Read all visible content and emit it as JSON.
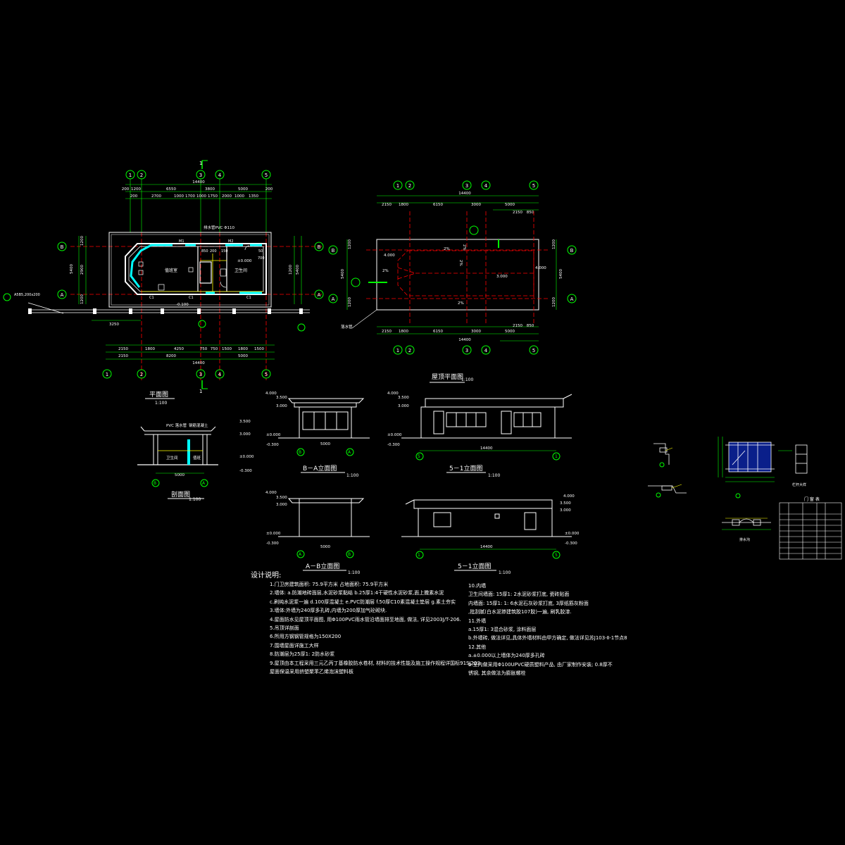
{
  "colors": {
    "background": "#000000",
    "dim": "#00ff00",
    "wall": "#ffffff",
    "axis": "#ff0000",
    "pipe": "#00ffff",
    "text": "#ffffff",
    "accent": "#ffff00"
  },
  "axes": {
    "columns": [
      "1",
      "2",
      "3",
      "4",
      "5"
    ],
    "rows": [
      "A",
      "B"
    ]
  },
  "section_marker": "1",
  "plan": {
    "title": "平面图",
    "scale": "1:100",
    "dims_top": {
      "total": "14400",
      "row1": [
        "200",
        "1200",
        "6550",
        "3800",
        "5000",
        "200"
      ],
      "row2": [
        "200",
        "2700",
        "1000",
        "1700",
        "1000",
        "1750",
        "2000",
        "1000",
        "1350"
      ]
    },
    "dims_bottom": {
      "total": "14400",
      "row1": [
        "2150",
        "1800",
        "4250",
        "750",
        "750",
        "1500",
        "1800",
        "1500"
      ],
      "row2": [
        "2150",
        "8200",
        "5000"
      ]
    },
    "dims_left": [
      "5400",
      "1200",
      "2900",
      "1200"
    ],
    "dims_right": [
      "5400",
      "1200"
    ],
    "room_labels": [
      "值班室",
      "卫生间"
    ],
    "pipe_label": "排水管PVC Φ110",
    "elev_labels": [
      "±0.000",
      "-0.100"
    ],
    "window_labels": [
      "C1",
      "C1",
      "C1",
      "M1",
      "M2"
    ],
    "note_left": "A5B5,200x200",
    "dim_3250": "3250",
    "inner_dims": [
      "850",
      "200",
      "150",
      "50",
      "700"
    ]
  },
  "roof": {
    "title": "屋顶平面图",
    "scale": "1:100",
    "dims_top": {
      "total": "14400",
      "row1": [
        "2150",
        "1800",
        "6150",
        "3000",
        "5000"
      ],
      "row2": [
        "2150",
        "850"
      ]
    },
    "dims_bottom": {
      "total": "14400",
      "row1": [
        "2150",
        "1800",
        "6150",
        "3000",
        "5000"
      ],
      "row2": [
        "2150",
        "850"
      ]
    },
    "dims_side": [
      "5400",
      "1200",
      "1200"
    ],
    "slopes": [
      "2%",
      "2%",
      "2%",
      "2%",
      "2%"
    ],
    "elev": [
      "3.000",
      "4.000",
      "4.000"
    ],
    "leader": "落水管"
  },
  "section": {
    "title": "剖面图",
    "scale": "1:100",
    "label_top": "PVC 落水管",
    "label_top2": "钢筋混凝土",
    "rooms": [
      "卫生间",
      "值班"
    ],
    "levels": [
      "3.500",
      "3.000",
      "±0.000",
      "-0.300"
    ],
    "width": "5000"
  },
  "elev_ba": {
    "title": "B－A立面图",
    "scale": "1:100",
    "levels": [
      "4.000",
      "3.500",
      "3.000",
      "±0.000",
      "-0.300"
    ],
    "width": "5000"
  },
  "elev_51": {
    "title": "5－1立面图",
    "scale": "1:100",
    "levels": [
      "4.000",
      "3.500",
      "3.000",
      "±0.000",
      "-0.300"
    ],
    "width": "14400"
  },
  "elev_ab": {
    "title": "A－B立面图",
    "scale": "1:100",
    "levels": [
      "4.000",
      "3.500",
      "3.000",
      "±0.000",
      "-0.300"
    ],
    "width": "5000"
  },
  "elev_15": {
    "title": "5－1立面图",
    "scale": "1:100",
    "levels": [
      "4.000",
      "3.500",
      "3.000",
      "±0.000",
      "-0.300"
    ],
    "width": "14400"
  },
  "details": {
    "label1": "栏杆大样",
    "label2": "排水沟",
    "door_table_title": "门 窗 表"
  },
  "notes": {
    "title": "设计说明:",
    "left": [
      "1.门卫房建筑面积: 75.9平方米 占地面积: 75.9平方米",
      "2.墙体: a.防潮地砖面层,水泥砂浆黏结 b.25厚1:4干硬性水泥砂浆,面上撒素水泥",
      "      c.刷纯水泥浆一遍 d.100厚混凝土 e.PVC防潮层 f.50厚C10素混凝土垫层 g.素土夯实",
      "3.墙体:外墙为240厚多孔砖,内墙为200厚加气砼砌块.",
      "4.屋面防水见屋顶平面图, 用Φ100PVC雨水管沿墙面排至地面, 做法, 详见2003J/T-206.",
      "5.吊顶详剖面",
      "6.所用方钢钢管规格为150X200",
      "7.围墙屋面详施工大样",
      "8.防潮层为25厚1: 2防水砂浆",
      "9.屋顶由本工程采用三元乙丙丁基橡胶防水卷材, 材料的技术性能及施工操作规程详国标91SJ203",
      "  屋面保温采用挤塑聚苯乙烯泡沫塑料板"
    ],
    "right": [
      "10.内墙",
      "   卫生间墙面: 15厚1: 2水泥砂浆打底, 瓷砖贴面",
      "   内墙面: 15厚1: 1: 6水泥石灰砂浆打底, 3厚纸筋灰粉面",
      "           ,批刮腻(白水泥掺建筑胶107胶)一遍, 刷乳胶漆.",
      "11.外墙",
      "   a.15厚1: 3混合砂浆, 涂料面层",
      "   b.外墙砖, 做法详见,具体外墙材料由甲方确定, 做法详见苏J103-Ⅱ-1节点8",
      "12.其他",
      "   a.±0.000以上墙体为240厚多孔砖",
      "   b.室内做采用Φ100UPVC硬质塑料产品, 由厂家制作安装; 0.8厚不",
      "     锈钢, 其余做法为膨胀螺栓"
    ]
  }
}
